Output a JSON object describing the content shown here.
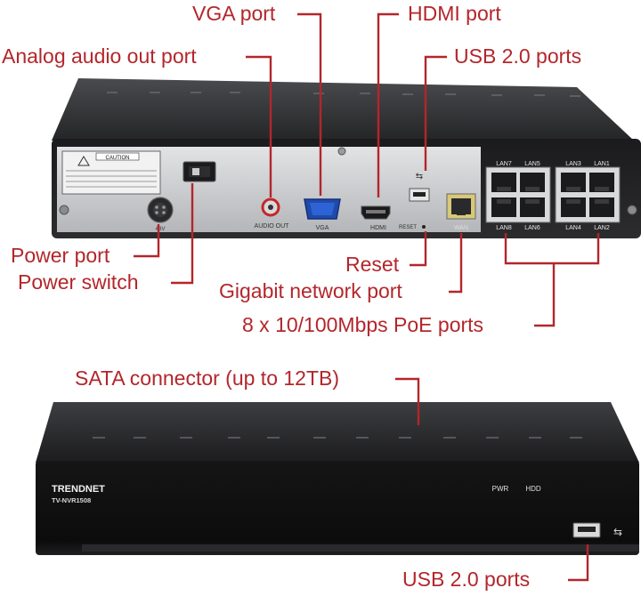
{
  "callouts": {
    "vga": "VGA port",
    "hdmi": "HDMI port",
    "audio": "Analog audio out port",
    "usb_rear": "USB 2.0 ports",
    "power_port": "Power port",
    "power_switch": "Power switch",
    "reset": "Reset",
    "gigabit": "Gigabit network port",
    "poe": "8 x 10/100Mbps PoE ports",
    "sata": "SATA connector (up to 12TB)",
    "usb_front": "USB 2.0 ports"
  },
  "rear_labels": {
    "audio_out": "AUDIO OUT",
    "vga": "VGA",
    "hdmi": "HDMI",
    "reset": "RESET",
    "wan": "WAN",
    "lan7": "LAN7",
    "lan5": "LAN5",
    "lan3": "LAN3",
    "lan1": "LAN1",
    "lan8": "LAN8",
    "lan6": "LAN6",
    "lan4": "LAN4",
    "lan2": "LAN2",
    "power_volt": "48V",
    "caution": "CAUTION"
  },
  "front_labels": {
    "brand": "TRENDNET",
    "model": "TV-NVR1508",
    "pwr": "PWR",
    "hdd": "HDD"
  },
  "colors": {
    "callout_red": "#b3262b",
    "chassis_black": "#202022",
    "panel_silver": "#c9cacc"
  }
}
